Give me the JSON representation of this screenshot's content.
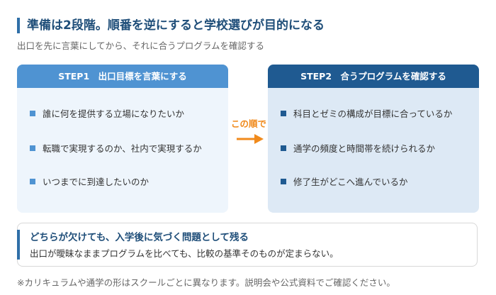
{
  "heading": "準備は2段階。順番を逆にすると学校選びが目的になる",
  "subtitle": "出口を先に言葉にしてから、それに合うプログラムを確認する",
  "step1": {
    "title": "STEP1　出口目標を言葉にする",
    "items": [
      "誰に何を提供する立場になりたいか",
      "転職で実現するのか、社内で実現するか",
      "いつまでに到達したいのか"
    ]
  },
  "arrow_label": "この順で",
  "step2": {
    "title": "STEP2　合うプログラムを確認する",
    "items": [
      "科目とゼミの構成が目標に合っているか",
      "通学の頻度と時間帯を続けられるか",
      "修了生がどこへ進んでいるか"
    ]
  },
  "warning": {
    "title": "どちらが欠けても、入学後に気づく問題として残る",
    "body": "出口が曖昧なままプログラムを比べても、比較の基準そのものが定まらない。"
  },
  "footnote": "※カリキュラムや通学の形はスクールごとに異なります。説明会や公式資料でご確認ください。",
  "colors": {
    "primary_dark": "#1f5a91",
    "primary_light": "#4f93d2",
    "accent_orange": "#f08a1c"
  },
  "icons": {
    "arrow": "arrow-right-icon",
    "bullet": "square-bullet-icon"
  }
}
